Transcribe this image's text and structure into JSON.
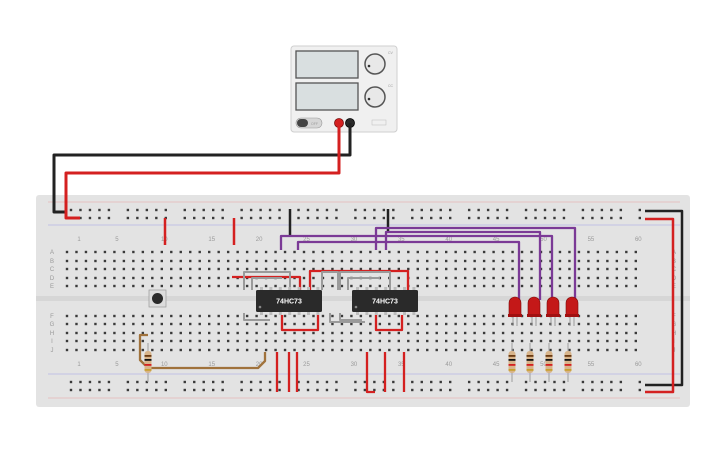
{
  "power_supply": {
    "switch_label": "OFF",
    "knob_labels": [
      "CV",
      "CC"
    ],
    "terminal_colors": [
      "#d42020",
      "#222222"
    ]
  },
  "breadboard": {
    "row_letters": [
      "A",
      "B",
      "C",
      "D",
      "E",
      "F",
      "G",
      "H",
      "I",
      "J"
    ],
    "column_numbers": [
      "1",
      "5",
      "10",
      "15",
      "20",
      "25",
      "30",
      "35",
      "40",
      "45",
      "50",
      "55",
      "60"
    ]
  },
  "chips": [
    {
      "label": "74HC73"
    },
    {
      "label": "74HC73"
    }
  ],
  "leds": {
    "count": 4,
    "color": "#c41818"
  },
  "resistors": {
    "count": 5
  },
  "wire_colors": {
    "red": "#d42020",
    "black": "#222222",
    "purple": "#7b3a96",
    "gray": "#9a9a9a",
    "brown": "#a0723c"
  }
}
